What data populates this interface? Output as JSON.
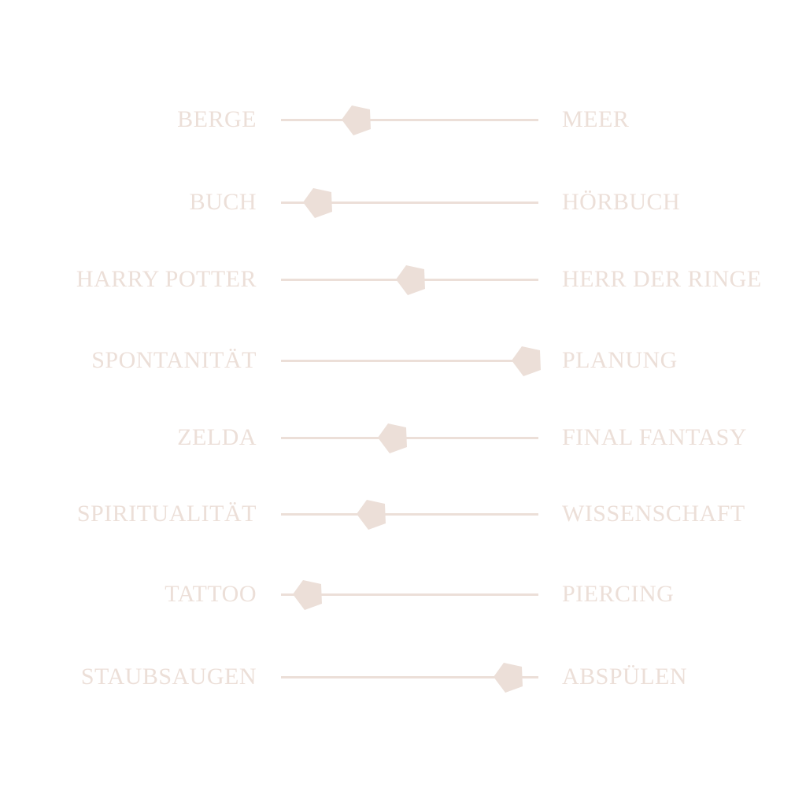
{
  "colors": {
    "accent": "#ecdfd8",
    "background": "#ffffff"
  },
  "sliders": [
    {
      "left": "BERGE",
      "right": "MEER",
      "value": 0.29
    },
    {
      "left": "BUCH",
      "right": "HÖRBUCH",
      "value": 0.14
    },
    {
      "left": "HARRY POTTER",
      "right": "HERR DER RINGE",
      "value": 0.5
    },
    {
      "left": "SPONTANITÄT",
      "right": "PLANUNG",
      "value": 0.95
    },
    {
      "left": "ZELDA",
      "right": "FINAL FANTASY",
      "value": 0.43
    },
    {
      "left": "SPIRITUALITÄT",
      "right": "WISSENSCHAFT",
      "value": 0.35
    },
    {
      "left": "TATTOO",
      "right": "PIERCING",
      "value": 0.1
    },
    {
      "left": "STAUBSAUGEN",
      "right": "ABSPÜLEN",
      "value": 0.88
    }
  ]
}
